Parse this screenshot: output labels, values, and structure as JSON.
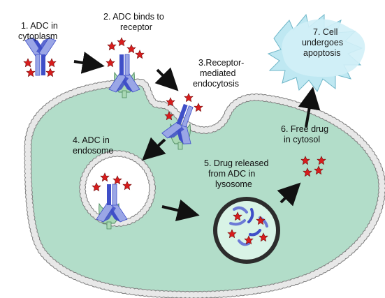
{
  "steps": {
    "s1": [
      "1. ADC in",
      "cytoplasm"
    ],
    "s2": [
      "2. ADC binds to",
      "receptor"
    ],
    "s3": [
      "3.Receptor-",
      "mediated",
      "endocytosis"
    ],
    "s4": [
      "4. ADC in",
      "endosome"
    ],
    "s5": [
      "5. Drug released",
      "from ADC in",
      "lysosome"
    ],
    "s6": [
      "6. Free drug",
      "in cytosol"
    ],
    "s7": [
      "7. Cell",
      "undergoes",
      "apoptosis"
    ]
  },
  "colors": {
    "cell_fill": "#b2ddc9",
    "membrane_bead": "#e8e8e8",
    "antibody_light": "#9aa6e6",
    "antibody_dark": "#3f4fc8",
    "receptor": "#a9d8b4",
    "star": "#d81c1c",
    "splash": "#bfe8f2",
    "arrow": "#111111"
  },
  "icons": [
    "antibody-icon",
    "drug-star-icon",
    "receptor-icon",
    "apoptosis-burst-icon"
  ]
}
